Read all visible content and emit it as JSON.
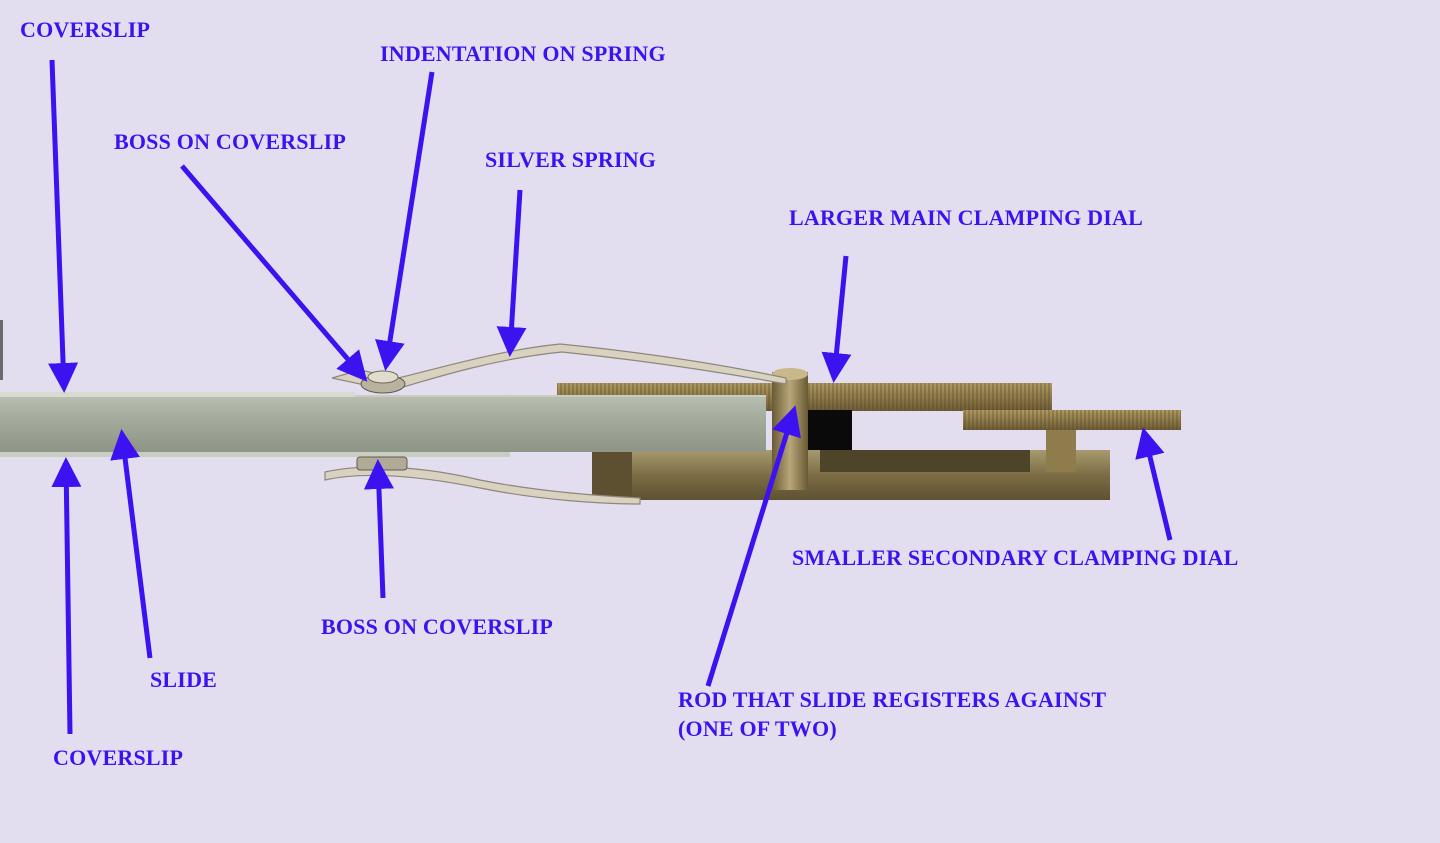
{
  "colors": {
    "background": "#e2def0",
    "label": "#3d12f0",
    "arrow": "#3d12f0",
    "slide_glass": "#9ea596",
    "brass": "#8a7a50",
    "spring_silver": "#d9d2c0",
    "gap_black": "#0a0a0a"
  },
  "labels": {
    "coverslip_top": "COVERSLIP",
    "indentation_on_spring": "INDENTATION ON SPRING",
    "boss_on_coverslip_top": "BOSS ON COVERSLIP",
    "silver_spring": "SILVER SPRING",
    "larger_main_clamping_dial": "LARGER MAIN CLAMPING DIAL",
    "smaller_secondary_clamping_dial": "SMALLER SECONDARY CLAMPING DIAL",
    "boss_on_coverslip_bottom": "BOSS ON COVERSLIP",
    "slide": "SLIDE",
    "rod_line1": "ROD THAT SLIDE REGISTERS AGAINST",
    "rod_line2": "(ONE OF TWO)",
    "coverslip_bottom": "COVERSLIP"
  }
}
